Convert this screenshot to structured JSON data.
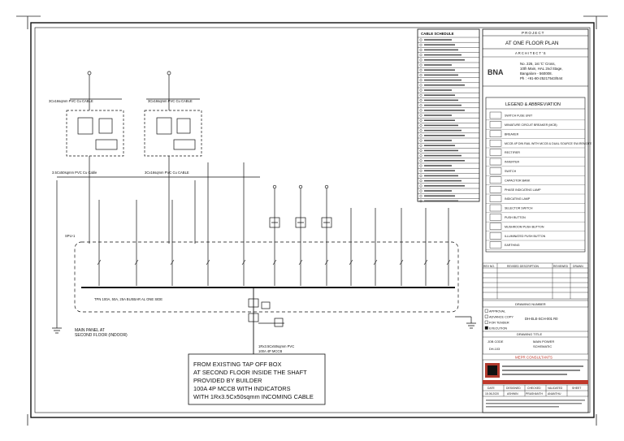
{
  "title_block": {
    "project_heading": "PROJECT",
    "project_name": "AT ONE FLOOR PLAN",
    "architects_heading": "ARCHITECT'S",
    "architect_logo": "BNA",
    "architect_address": [
      "No. 226, 1st 'C' Cross,",
      "10th Main, HAL 2nd Stage,",
      "Bangalore - 560008.",
      "Ph : +91-80-25217543/544"
    ],
    "drawing_number_heading": "DRAWING NUMBER",
    "drawing_number": "DH-ELE-SCH-001 R0",
    "status_options": [
      "APPROVAL",
      "ADVANCE COPY",
      "FOR TENDER",
      "EXECUTION"
    ],
    "drawing_title_heading": "DRAWING TITLE",
    "drawing_title": [
      "MAIN POWER",
      "SCHEMATIC"
    ],
    "job_code_label": "JOB CODE",
    "job_code": "DH-103",
    "consultants_heading": "MEPR CONSULTANTS",
    "date_row": [
      "DATE",
      "DESIGNED",
      "CHECKED",
      "VALIDATED",
      "SHEET"
    ],
    "date_values": [
      "15.06.2020",
      "ASHWIN",
      "PRASHANTH",
      "ANANTHU"
    ]
  },
  "legend": {
    "heading": "LEGEND & ABBREVIATION",
    "items": [
      "SWITCH FUSE UNIT",
      "MINIATURE CIRCUIT BREAKER (MCB)",
      "BREAKER",
      "MCCB 4P DIN RAIL WITH MCCB & DUAL SOURCE SW-REMOTE",
      "RECTIFIER",
      "INVERTER",
      "SWITCH",
      "CAPACITOR BANK",
      "PHASE INDICATING LAMP",
      "INDICATING LAMP",
      "SELECTOR SWITCH",
      "PUSH BUTTON",
      "MUSHROOM PUSH BUTTON",
      "ILLUMINATED PUSH BUTTON",
      "EARTHING"
    ]
  },
  "cable_schedule": {
    "heading": "CABLE SCHEDULE"
  },
  "revision": {
    "headers": [
      "REV NO.",
      "REVISED DESCRIPTION",
      "REVIEWED",
      "DRAWN"
    ]
  },
  "diagram": {
    "feeder_left_cable": "3Cx16sqmm PVC Cu CABLE",
    "feeder_right_cable": "3Cx16sqmm PVC Cu CABLE",
    "riser_left_cable": "3.5Cx50sqmm PVC Cu Cable",
    "riser_right_cable": "3Cx16sqmm PVC Cu CABLE",
    "panel_label": [
      "MAIN PANEL AT",
      "SECOND FLOOR (INDOOR)"
    ],
    "busbar_label": "TPN 100A, 50A, 25A BUSBAR AL ONE SIDE",
    "incoming_label": "1Rx3.5Cx50sqmm PVC",
    "incoming_mccb": "100A 4P MCCB",
    "ups_label": "SPU-1",
    "note_lines": [
      "FROM EXISTING TAP OFF BOX",
      "AT SECOND FLOOR INSIDE THE SHAFT",
      "PROVIDED BY BUILDER",
      "100A 4P MCCB WITH INDICATORS",
      "WITH 1Rx3.5Cx50sqmm INCOMING CABLE"
    ]
  }
}
